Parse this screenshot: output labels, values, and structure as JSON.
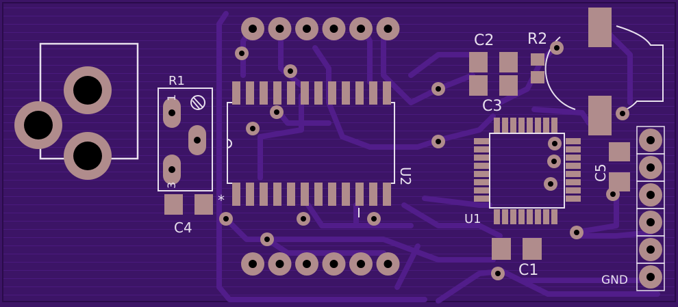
{
  "board": {
    "colors": {
      "background": "#3c1466",
      "copper_fill": "#46187a",
      "trace": "#4e1c86",
      "trace_edge": "#2a0b4a",
      "pad": "#b08c8c",
      "silkscreen": "#e8e0ee",
      "hole": "#000000"
    }
  },
  "labels": {
    "r1": "R1",
    "r1_pin1": "1",
    "r1_pin3": "3",
    "c4": "C4",
    "u2": "U2",
    "u1": "U1",
    "c2": "C2",
    "c3": "C3",
    "r2": "R2",
    "c5": "C5",
    "c1": "C1",
    "gnd": "GND",
    "u2_mark": "*"
  }
}
